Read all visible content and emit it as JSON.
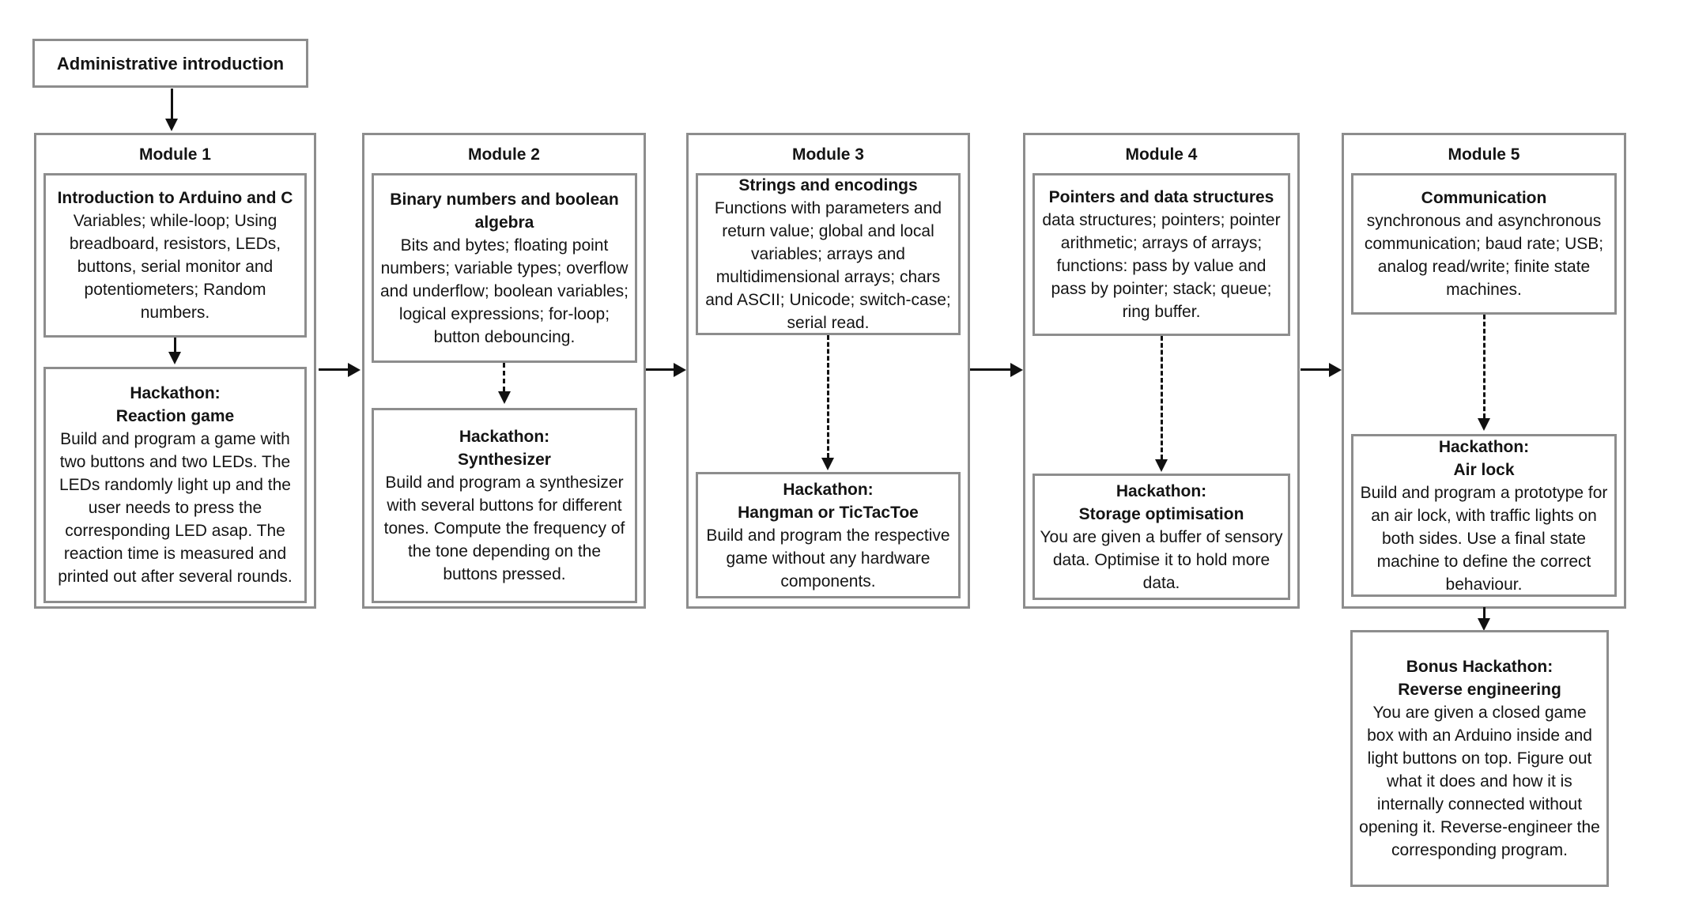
{
  "intro": {
    "label": "Administrative introduction"
  },
  "modules": [
    {
      "title": "Module 1",
      "topic": {
        "heading": "Introduction to Arduino and C",
        "body": "Variables; while-loop; Using breadboard, resistors, LEDs, buttons, serial monitor and potentiometers; Random numbers."
      },
      "hackathon": {
        "heading": "Hackathon:",
        "name": "Reaction game",
        "body": "Build and program a game with two buttons and two LEDs. The LEDs randomly light up and the user needs to press the corresponding LED asap. The reaction time is measured and printed out after several rounds."
      }
    },
    {
      "title": "Module 2",
      "topic": {
        "heading": "Binary numbers and boolean algebra",
        "body": "Bits and bytes; floating point numbers; variable types; overflow and underflow; boolean variables; logical expressions; for-loop; button debouncing."
      },
      "hackathon": {
        "heading": "Hackathon:",
        "name": "Synthesizer",
        "body": "Build and program a synthesizer with several buttons for different tones. Compute the frequency of the tone depending on the buttons pressed."
      }
    },
    {
      "title": "Module 3",
      "topic": {
        "heading": "Strings and encodings",
        "body": "Functions with parameters and return value; global and local variables; arrays and multidimensional arrays; chars and ASCII; Unicode; switch-case; serial read."
      },
      "hackathon": {
        "heading": "Hackathon:",
        "name": "Hangman or TicTacToe",
        "body": "Build and program the respective game without any hardware components."
      }
    },
    {
      "title": "Module 4",
      "topic": {
        "heading": "Pointers and data structures",
        "body": "data structures; pointers; pointer arithmetic; arrays of arrays; functions: pass by value and pass by pointer; stack; queue; ring buffer."
      },
      "hackathon": {
        "heading": "Hackathon:",
        "name": "Storage optimisation",
        "body": "You are given a buffer of sensory data. Optimise it to hold more data."
      }
    },
    {
      "title": "Module 5",
      "topic": {
        "heading": "Communication",
        "body": "synchronous and asynchronous communication; baud rate; USB; analog read/write; finite state machines."
      },
      "hackathon": {
        "heading": "Hackathon:",
        "name": "Air lock",
        "body": "Build and program a prototype for an air lock, with traffic lights on both sides. Use a final state machine to define the correct behaviour."
      }
    }
  ],
  "bonus_hackathon": {
    "heading": "Bonus Hackathon:",
    "name": "Reverse engineering",
    "body": "You are given a closed game box with an Arduino inside and light buttons on top. Figure out what it does and how it is internally connected without opening it. Reverse-engineer the corresponding program."
  },
  "connections": [
    {
      "from": "administrative-introduction",
      "to": "module-1",
      "style": "solid"
    },
    {
      "from": "module-1",
      "to": "module-2",
      "style": "solid"
    },
    {
      "from": "module-2",
      "to": "module-3",
      "style": "solid"
    },
    {
      "from": "module-3",
      "to": "module-4",
      "style": "solid"
    },
    {
      "from": "module-4",
      "to": "module-5",
      "style": "solid"
    },
    {
      "from": "module-1-topic",
      "to": "module-1-hackathon",
      "style": "solid"
    },
    {
      "from": "module-2-topic",
      "to": "module-2-hackathon",
      "style": "dashed"
    },
    {
      "from": "module-3-topic",
      "to": "module-3-hackathon",
      "style": "dashed"
    },
    {
      "from": "module-4-topic",
      "to": "module-4-hackathon",
      "style": "dashed"
    },
    {
      "from": "module-5-topic",
      "to": "module-5-hackathon",
      "style": "dashed"
    },
    {
      "from": "module-5-hackathon",
      "to": "bonus-hackathon",
      "style": "solid"
    }
  ],
  "colors": {
    "box_border": "#8d8d8d",
    "text": "#141414",
    "arrow": "#111111",
    "background": "#ffffff"
  }
}
